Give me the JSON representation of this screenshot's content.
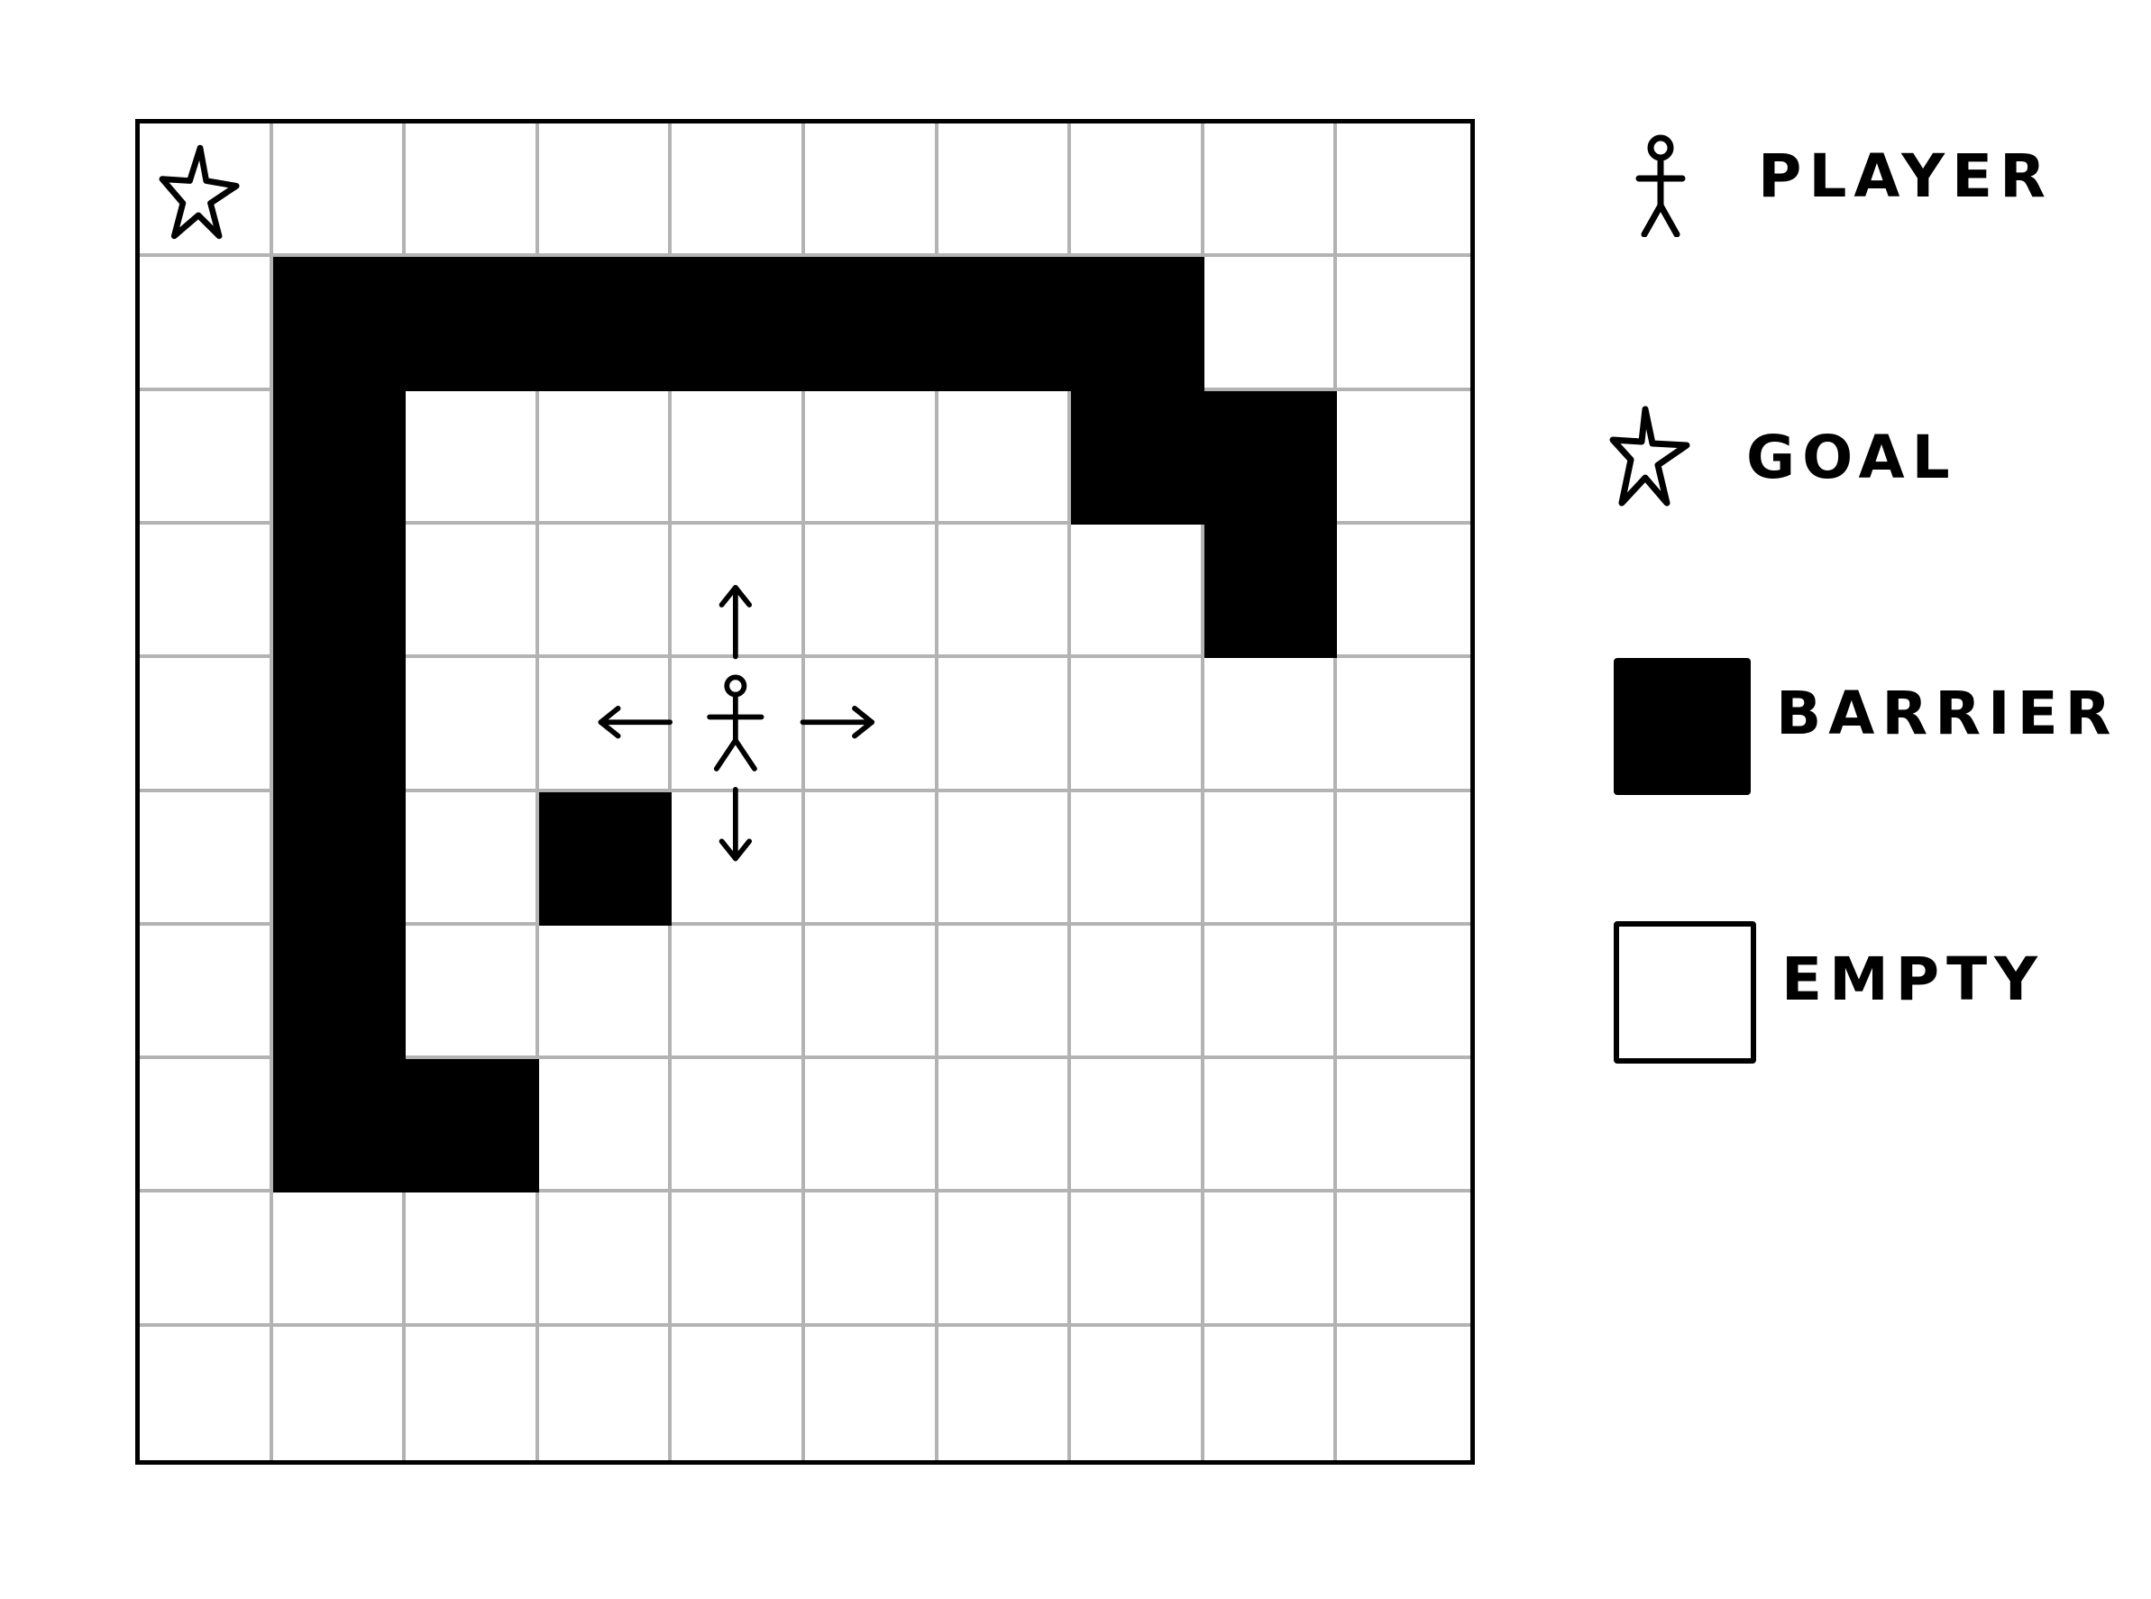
{
  "grid": {
    "rows": 10,
    "cols": 10,
    "colors": {
      "barrier": "#000000",
      "empty": "#ffffff",
      "gridline": "#b3b3b3",
      "border": "#000000"
    },
    "barriers": [
      [
        1,
        1
      ],
      [
        1,
        2
      ],
      [
        1,
        3
      ],
      [
        1,
        4
      ],
      [
        1,
        5
      ],
      [
        1,
        6
      ],
      [
        1,
        7
      ],
      [
        2,
        1
      ],
      [
        2,
        7
      ],
      [
        2,
        8
      ],
      [
        3,
        1
      ],
      [
        3,
        8
      ],
      [
        4,
        1
      ],
      [
        5,
        1
      ],
      [
        5,
        3
      ],
      [
        6,
        1
      ],
      [
        7,
        1
      ],
      [
        7,
        2
      ]
    ],
    "goal": {
      "row": 0,
      "col": 0,
      "icon": "star-icon"
    },
    "player": {
      "row": 4,
      "col": 4,
      "icon": "stick-figure-icon",
      "moves": [
        "up",
        "down",
        "left",
        "right"
      ]
    }
  },
  "legend": {
    "items": [
      {
        "key": "player",
        "label": "PLAYER",
        "icon": "stick-figure-icon"
      },
      {
        "key": "goal",
        "label": "GOAL",
        "icon": "star-icon"
      },
      {
        "key": "barrier",
        "label": "BARRIER",
        "icon": "filled-square-icon"
      },
      {
        "key": "empty",
        "label": "EMPTY",
        "icon": "empty-square-icon"
      }
    ]
  }
}
